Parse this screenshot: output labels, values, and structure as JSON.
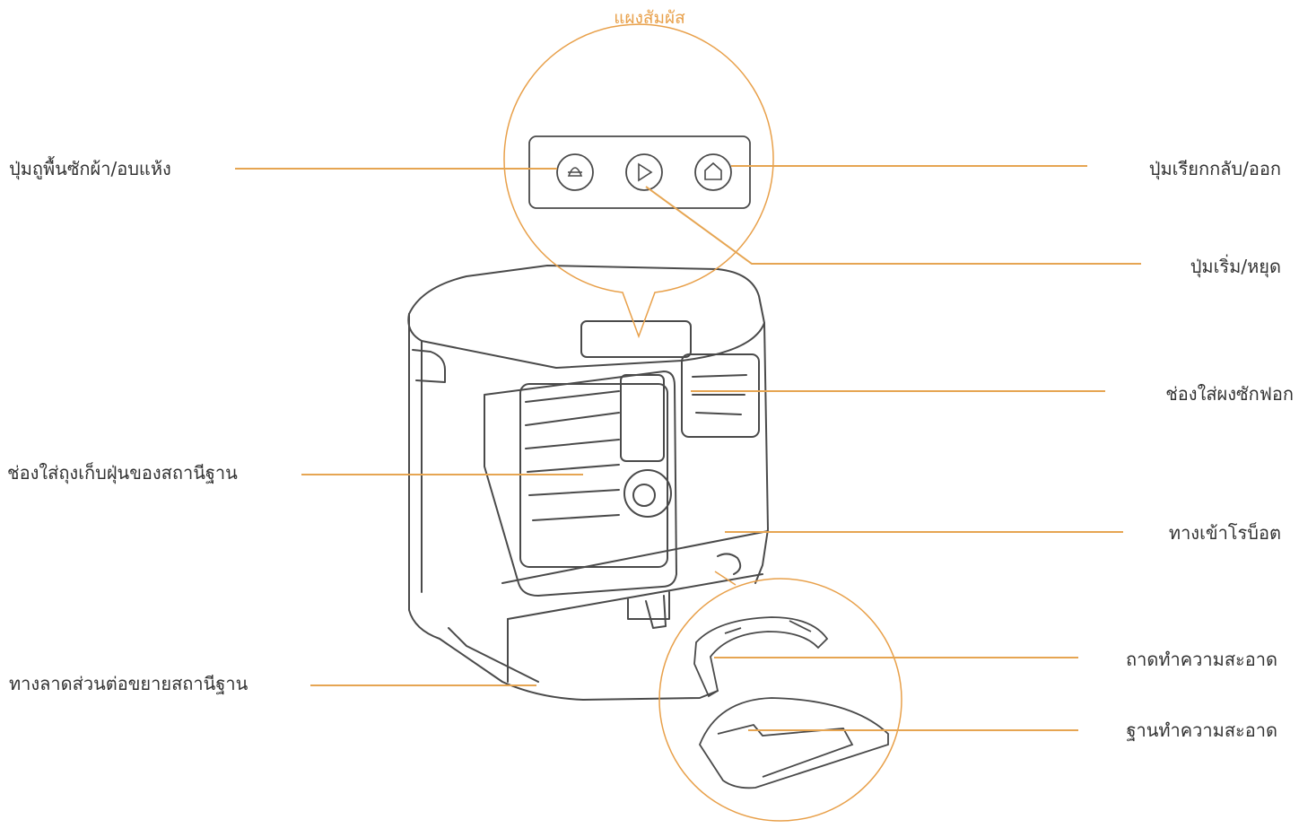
{
  "title": "แผงสัมผัส",
  "colors": {
    "accent": "#e8a04a",
    "line": "#e6a552",
    "outline": "#4a4a4a",
    "text": "#333333"
  },
  "labels": {
    "mop_wash_dry_button": "ปุ่มถูพื้นซักผ้า/อบแห้ง",
    "recall_exit_button": "ปุ่มเรียกกลับ/ออก",
    "start_stop_button": "ปุ่มเริ่ม/หยุด",
    "detergent_slot": "ช่องใส่ผงซักฟอก",
    "dust_bag_slot": "ช่องใส่ถุงเก็บฝุ่นของสถานีฐาน",
    "robot_entrance": "ทางเข้าโรบ็อต",
    "cleaning_tray": "ถาดทำความสะอาด",
    "ramp_extension": "ทางลาดส่วนต่อขยายสถานีฐาน",
    "cleaning_base": "ฐานทำความสะอาด"
  },
  "icons": [
    "mop-icon",
    "play-icon",
    "home-icon"
  ]
}
